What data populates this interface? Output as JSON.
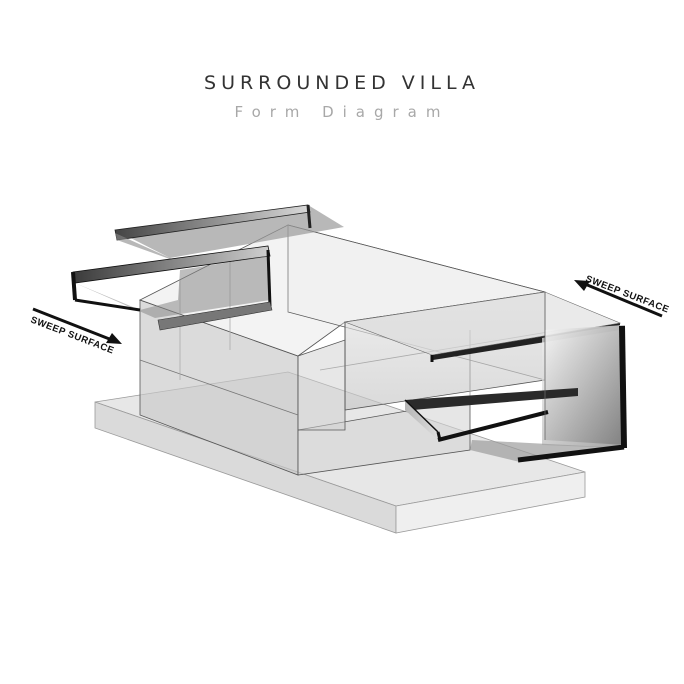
{
  "title": "SURROUNDED  VILLA",
  "subtitle": "Form  Diagram",
  "annotations": {
    "left_label": "SWEEP SURFACE",
    "right_label": "SWEEP SURFACE"
  },
  "colors": {
    "stroke": "#4a4a4a",
    "sweep": "#111111",
    "volume_fill": "#bdbdbd",
    "base_fill": "#e2e2e2"
  }
}
